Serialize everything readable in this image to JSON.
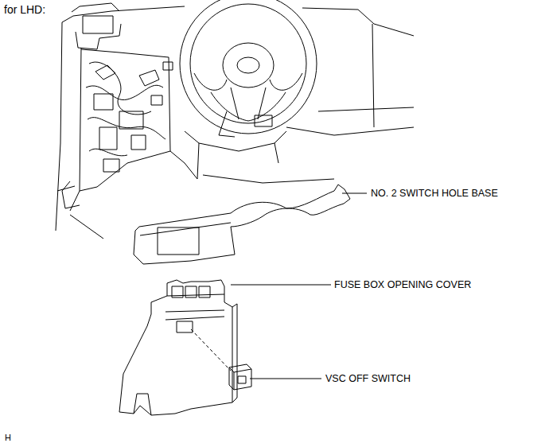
{
  "diagram": {
    "labels": [
      "for LHD:",
      "NO. 2 SWITCH HOLE BASE",
      "FUSE BOX OPENING COVER",
      "VSC OFF SWITCH",
      "H"
    ]
  }
}
